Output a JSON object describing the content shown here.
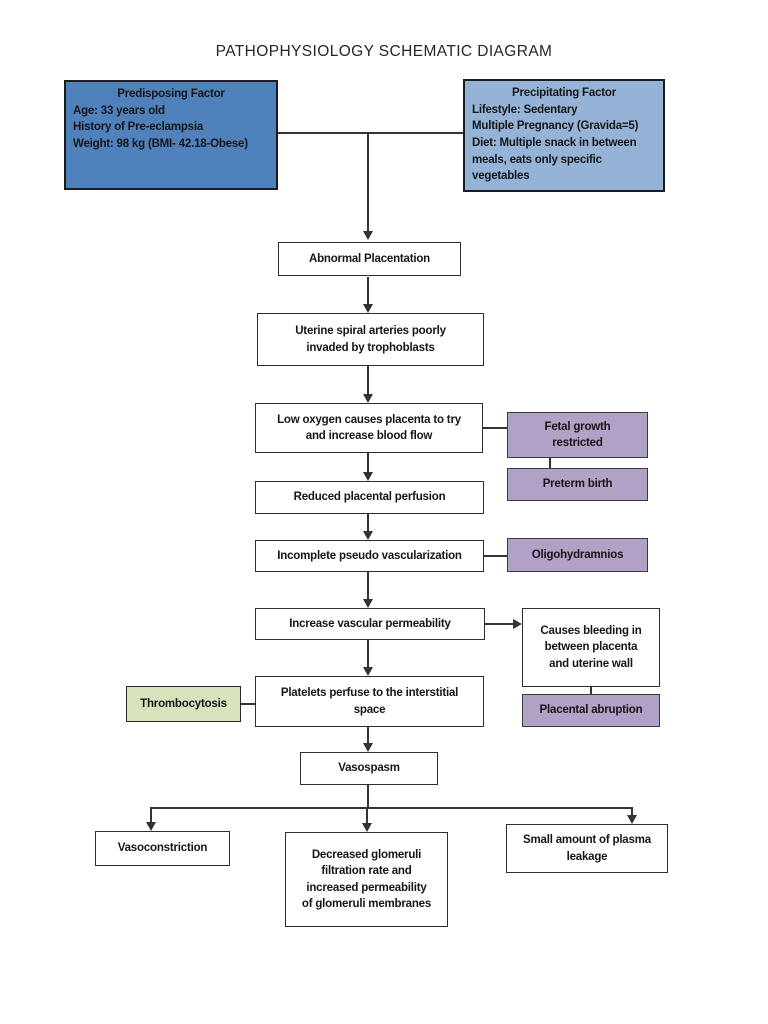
{
  "page": {
    "title": "PATHOPHYSIOLOGY SCHEMATIC DIAGRAM"
  },
  "colors": {
    "box_blue": "#4F81BD",
    "box_light_blue": "#95B3D7",
    "box_purple": "#B2A1C7",
    "box_green": "#D6E3BC",
    "line": "#333333",
    "text": "#161616"
  },
  "nodes": {
    "predisposing": {
      "heading": "Predisposing Factor",
      "body": "Age: 33 years old\nHistory of Pre-eclampsia\nWeight: 98 kg (BMI- 42.18-Obese)"
    },
    "precipitating": {
      "heading": "Precipitating Factor",
      "body": "Lifestyle: Sedentary\nMultiple Pregnancy (Gravida=5)\nDiet: Multiple snack in between\nmeals, eats only specific\nvegetables"
    },
    "abnormal_placentation": "Abnormal Placentation",
    "uterine_spiral": "Uterine spiral arteries poorly\ninvaded by trophoblasts",
    "low_oxygen": "Low oxygen causes placenta to try\nand increase blood flow",
    "fetal_growth": "Fetal growth\nrestricted",
    "preterm_birth": "Preterm birth",
    "reduced_perfusion": "Reduced placental perfusion",
    "incomplete_pseudo": "Incomplete pseudo vascularization",
    "oligohydramnios": "Oligohydramnios",
    "increase_permeability": "Increase vascular permeability",
    "causes_bleeding": "Causes bleeding in\nbetween placenta\nand uterine wall",
    "placental_abruption": "Placental abruption",
    "thrombocytosis": "Thrombocytosis",
    "platelets": "Platelets perfuse to the interstitial\nspace",
    "vasospasm": "Vasospasm",
    "vasoconstriction": "Vasoconstriction",
    "decreased_glomeruli": "Decreased glomeruli\nfiltration rate and\nincreased permeability\nof glomeruli membranes",
    "plasma_leakage": "Small amount of plasma\nleakage"
  },
  "edges": [
    {
      "from": "predisposing",
      "to": "abnormal_placentation",
      "type": "arrow"
    },
    {
      "from": "precipitating",
      "to": "abnormal_placentation",
      "type": "arrow"
    },
    {
      "from": "abnormal_placentation",
      "to": "uterine_spiral",
      "type": "arrow"
    },
    {
      "from": "uterine_spiral",
      "to": "low_oxygen",
      "type": "arrow"
    },
    {
      "from": "low_oxygen",
      "to": "fetal_growth",
      "type": "line"
    },
    {
      "from": "fetal_growth",
      "to": "preterm_birth",
      "type": "line"
    },
    {
      "from": "low_oxygen",
      "to": "reduced_perfusion",
      "type": "arrow"
    },
    {
      "from": "reduced_perfusion",
      "to": "incomplete_pseudo",
      "type": "arrow"
    },
    {
      "from": "incomplete_pseudo",
      "to": "oligohydramnios",
      "type": "line"
    },
    {
      "from": "incomplete_pseudo",
      "to": "increase_permeability",
      "type": "arrow"
    },
    {
      "from": "increase_permeability",
      "to": "causes_bleeding",
      "type": "arrow"
    },
    {
      "from": "causes_bleeding",
      "to": "placental_abruption",
      "type": "line"
    },
    {
      "from": "increase_permeability",
      "to": "platelets",
      "type": "arrow"
    },
    {
      "from": "thrombocytosis",
      "to": "platelets",
      "type": "line"
    },
    {
      "from": "platelets",
      "to": "vasospasm",
      "type": "arrow"
    },
    {
      "from": "vasospasm",
      "to": "vasoconstriction",
      "type": "arrow"
    },
    {
      "from": "vasospasm",
      "to": "decreased_glomeruli",
      "type": "arrow"
    },
    {
      "from": "vasospasm",
      "to": "plasma_leakage",
      "type": "arrow"
    }
  ]
}
